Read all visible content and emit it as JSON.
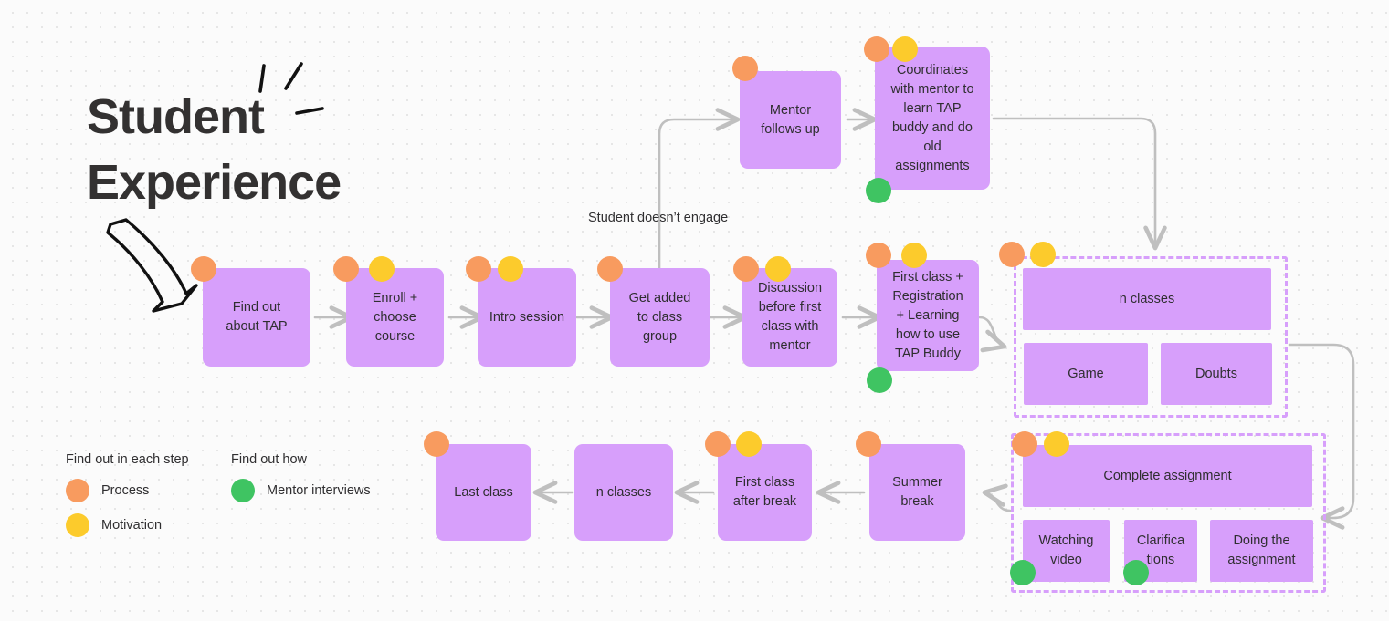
{
  "board": {
    "title": "Student\nExperience",
    "background_color": "#FBFBFB",
    "node_color": "#D79FFB",
    "connector_color": "#BFBFBF",
    "dot_colors": {
      "process": "#F89B5F",
      "motivation": "#FCCB2C",
      "mentor_interviews": "#3FC462"
    }
  },
  "labels": {
    "student_doesnt_engage": "Student doesn’t engage"
  },
  "legend": {
    "group_a": {
      "heading": "Find out in each step",
      "items": [
        {
          "label": "Process",
          "color_key": "orange"
        },
        {
          "label": "Motivation",
          "color_key": "yellow"
        }
      ]
    },
    "group_b": {
      "heading": "Find out how",
      "items": [
        {
          "label": "Mentor interviews",
          "color_key": "green"
        }
      ]
    }
  },
  "nodes": {
    "find_out_about_tap": "Find out\nabout TAP",
    "enroll_choose_course": "Enroll +\nchoose\ncourse",
    "intro_session": "Intro session",
    "get_added_to_class_group": "Get added\nto class\ngroup",
    "discussion_before_first_class": "Discussion\nbefore first\nclass with\nmentor",
    "first_class_registration": "First class +\nRegistration\n+ Learning\nhow to use\nTAP Buddy",
    "mentor_follows_up": "Mentor\nfollows up",
    "coordinates_with_mentor": "Coordinates\nwith mentor to\nlearn TAP\nbuddy and do\nold\nassignments",
    "n_classes_top": "n classes",
    "game": "Game",
    "doubts": "Doubts",
    "complete_assignment": "Complete assignment",
    "watching_video": "Watching\nvideo",
    "clarifications": "Clarifica\ntions",
    "doing_the_assignment": "Doing the\nassignment",
    "summer_break": "Summer\nbreak",
    "first_class_after_break": "First class\nafter break",
    "n_classes_bottom": "n classes",
    "last_class": "Last class"
  }
}
